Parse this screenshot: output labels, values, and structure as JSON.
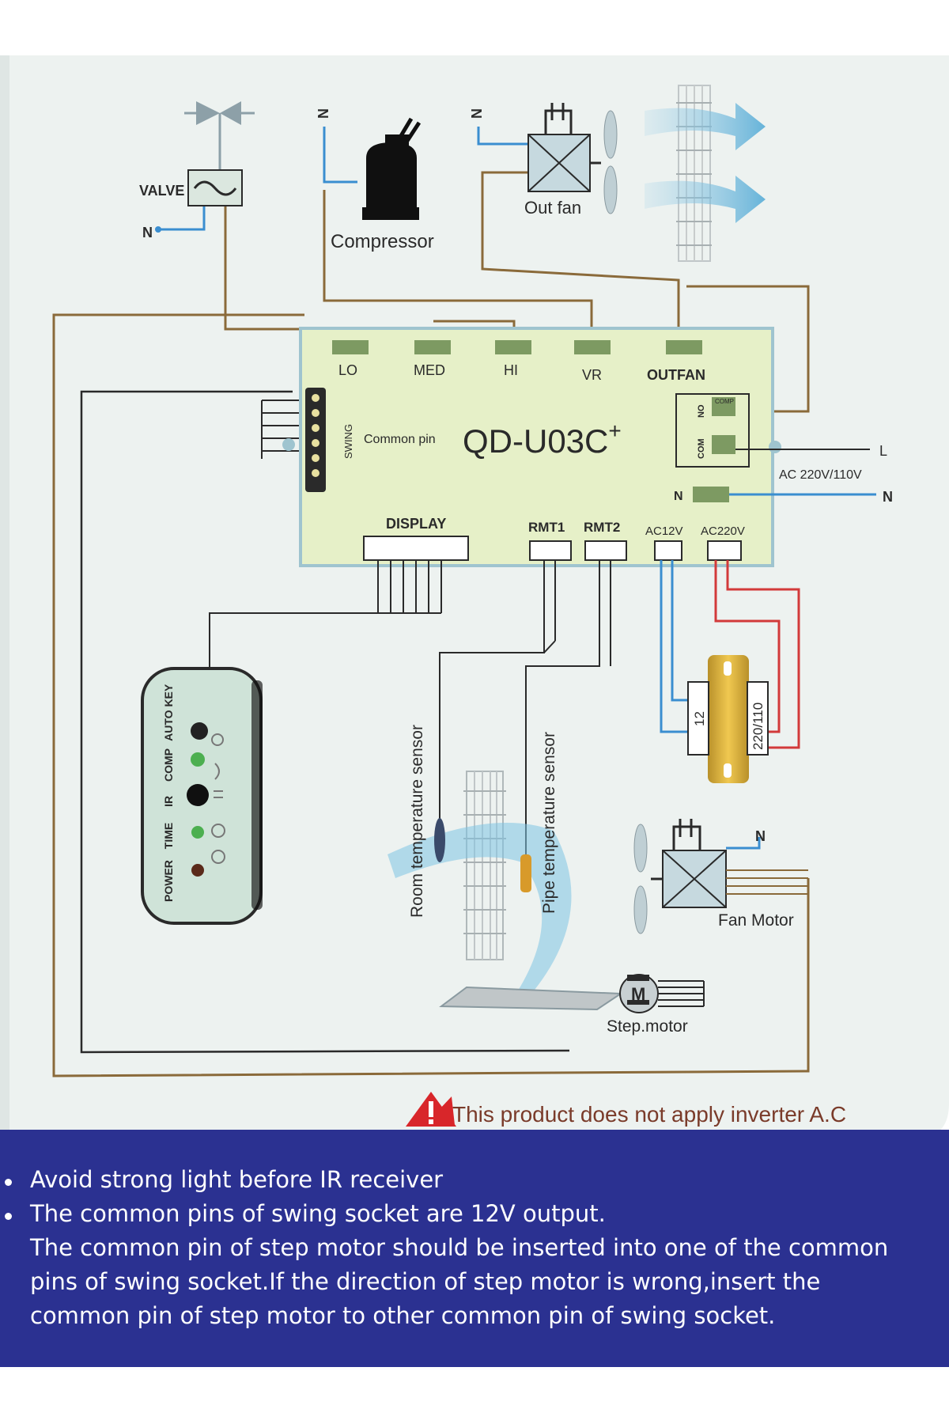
{
  "diagram": {
    "valve": "VALVE",
    "neutral": "N",
    "live": "L",
    "compressor": "Compressor",
    "out_fan": "Out fan",
    "board_model": "QD-U03C",
    "board_model_sup": "+",
    "relay_labels": [
      "LO",
      "MED",
      "HI",
      "VR",
      "OUTFAN"
    ],
    "swing": "SWING",
    "common_pin": "Common pin",
    "relay_no": "NO",
    "relay_com": "COM",
    "relay_comp": "COMP",
    "ac_supply": "AC 220V/110V",
    "display": "DISPLAY",
    "rmt1": "RMT1",
    "rmt2": "RMT2",
    "ac12v": "AC12V",
    "ac220v": "AC220V",
    "transformer_low": "12",
    "transformer_high": "220/110",
    "room_sensor": "Room temperature sensor",
    "pipe_sensor": "Pipe temperature sensor",
    "fan_motor": "Fan Motor",
    "step_motor": "Step.motor",
    "motor_letter": "M",
    "display_labels": [
      "POWER",
      "TIME",
      "IR",
      "COMP",
      "AUTO KEY"
    ],
    "warning": "This product does not apply inverter A.C"
  },
  "notes": [
    "Avoid strong light before IR receiver",
    "The common pins of swing socket are 12V output.",
    "The common pin of step motor should be inserted into one of the common",
    "pins of swing  socket.If the direction of step motor is wrong,insert the",
    "common pin of step motor to other  common pin of swing socket."
  ],
  "colors": {
    "background": "#edf2f0",
    "board": "#e6f0c8",
    "board_border": "#9fc4cf",
    "wire_brown": "#8a6a3a",
    "wire_blue": "#3a8ed0",
    "wire_red": "#d23a3a",
    "wire_dark": "#2a2a2a",
    "notes_panel": "#2b3191",
    "warning_red": "#d8262a",
    "warning_text": "#7a3b2a"
  }
}
